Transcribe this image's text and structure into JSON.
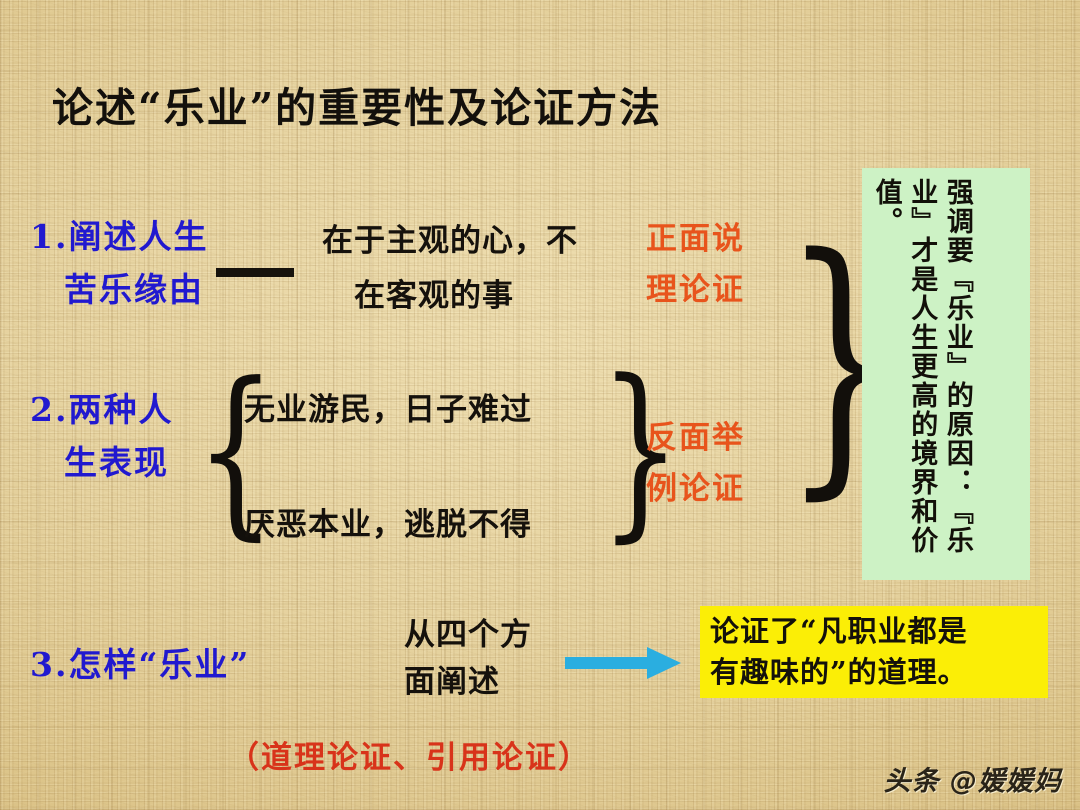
{
  "slide": {
    "title": "论述“乐业”的重要性及论证方法",
    "background_color": "#e3cf9a",
    "watermark": "头条 @媛媛妈"
  },
  "outline": {
    "item1": {
      "number": "1.",
      "heading_line1": "阐述人生",
      "heading_line2": "苦乐缘由",
      "detail_line1": "在于主观的心，不",
      "detail_line2": "在客观的事",
      "method_line1": "正面说",
      "method_line2": "理论证"
    },
    "item2": {
      "number": "2.",
      "heading_line1": "两种人",
      "heading_line2": "生表现",
      "detail_line1": "无业游民，日子难过",
      "detail_line2": "厌恶本业，逃脱不得",
      "method_line1": "反面举",
      "method_line2": "例论证"
    },
    "item3": {
      "number": "3.",
      "heading": "怎样“乐业”",
      "detail_line1": "从四个方",
      "detail_line2": "面阐述"
    }
  },
  "green_box": {
    "text": "强调要『乐业』的原因：『乐业』才是人生更高的境界和价值。",
    "fill_color": "#cdf2c5"
  },
  "yellow_box": {
    "line1": "论证了“凡职业都是",
    "line2": "有趣味的”的道理。",
    "fill_color": "#fbee06"
  },
  "bottom_note": {
    "text": "（道理论证、引用论证）",
    "color": "#d8331a"
  },
  "glyphs": {
    "brace_left": "{",
    "brace_right": "}"
  },
  "colors": {
    "heading_blue": "#2119cf",
    "method_orange": "#e8541c",
    "arrow_cyan": "#2aaee0",
    "body_black": "#15110c"
  }
}
